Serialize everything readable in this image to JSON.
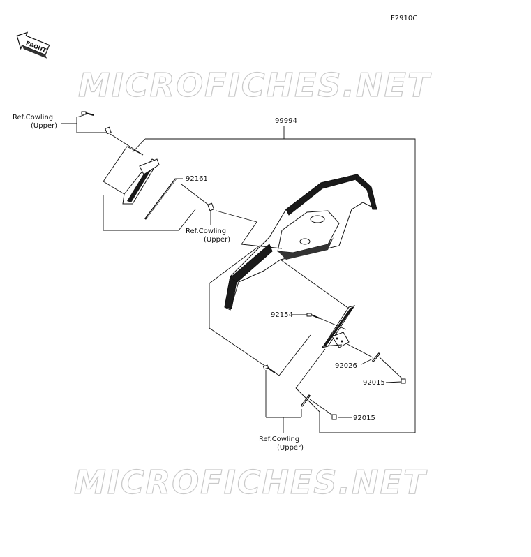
{
  "figure_code": "F2910C",
  "front_label": "FRONT",
  "watermark": "MICROFICHES.NET",
  "labels": {
    "assembly": "99994",
    "p92161": "92161",
    "p92154": "92154",
    "p92026": "92026",
    "p92015a": "92015",
    "p92015b": "92015",
    "ref1_line1": "Ref.Cowling",
    "ref1_line2": "(Upper)",
    "ref2_line1": "Ref.Cowling",
    "ref2_line2": "(Upper)",
    "ref3_line1": "Ref.Cowling",
    "ref3_line2": "(Upper)"
  }
}
